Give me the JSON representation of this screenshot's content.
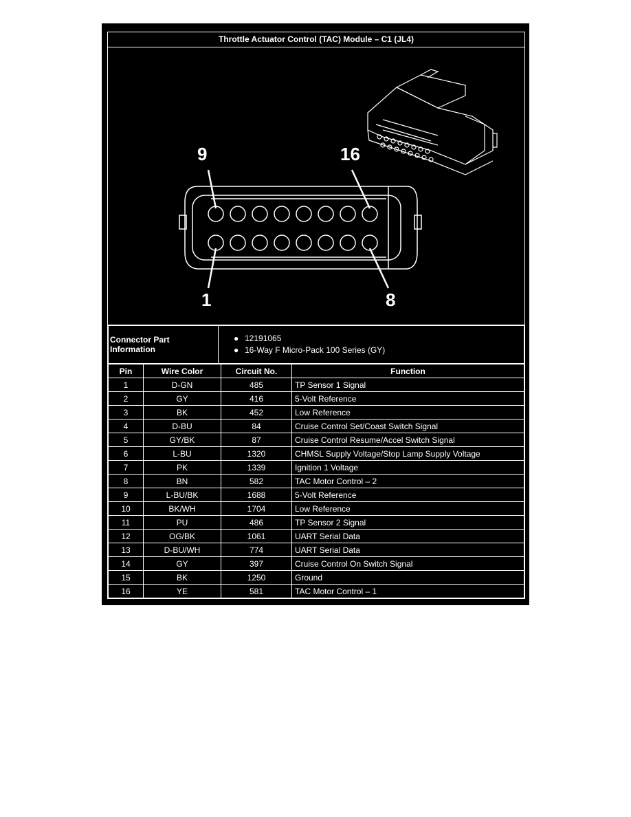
{
  "title": "Throttle Actuator Control (TAC) Module – C1 (JL4)",
  "diagram": {
    "label_top_left": "9",
    "label_top_right": "16",
    "label_bottom_left": "1",
    "label_bottom_right": "8"
  },
  "connector_info": {
    "label": "Connector Part Information",
    "items": [
      "12191065",
      "16-Way F Micro-Pack 100 Series (GY)"
    ]
  },
  "table": {
    "headers": [
      "Pin",
      "Wire Color",
      "Circuit No.",
      "Function"
    ],
    "rows": [
      [
        "1",
        "D-GN",
        "485",
        "TP Sensor 1 Signal"
      ],
      [
        "2",
        "GY",
        "416",
        "5-Volt Reference"
      ],
      [
        "3",
        "BK",
        "452",
        "Low Reference"
      ],
      [
        "4",
        "D-BU",
        "84",
        "Cruise Control Set/Coast Switch Signal"
      ],
      [
        "5",
        "GY/BK",
        "87",
        "Cruise Control Resume/Accel Switch Signal"
      ],
      [
        "6",
        "L-BU",
        "1320",
        "CHMSL Supply Voltage/Stop Lamp Supply Voltage"
      ],
      [
        "7",
        "PK",
        "1339",
        "Ignition 1 Voltage"
      ],
      [
        "8",
        "BN",
        "582",
        "TAC Motor Control – 2"
      ],
      [
        "9",
        "L-BU/BK",
        "1688",
        "5-Volt Reference"
      ],
      [
        "10",
        "BK/WH",
        "1704",
        "Low Reference"
      ],
      [
        "11",
        "PU",
        "486",
        "TP Sensor 2 Signal"
      ],
      [
        "12",
        "OG/BK",
        "1061",
        "UART Serial Data"
      ],
      [
        "13",
        "D-BU/WH",
        "774",
        "UART Serial Data"
      ],
      [
        "14",
        "GY",
        "397",
        "Cruise Control On Switch Signal"
      ],
      [
        "15",
        "BK",
        "1250",
        "Ground"
      ],
      [
        "16",
        "YE",
        "581",
        "TAC Motor Control – 1"
      ]
    ]
  }
}
